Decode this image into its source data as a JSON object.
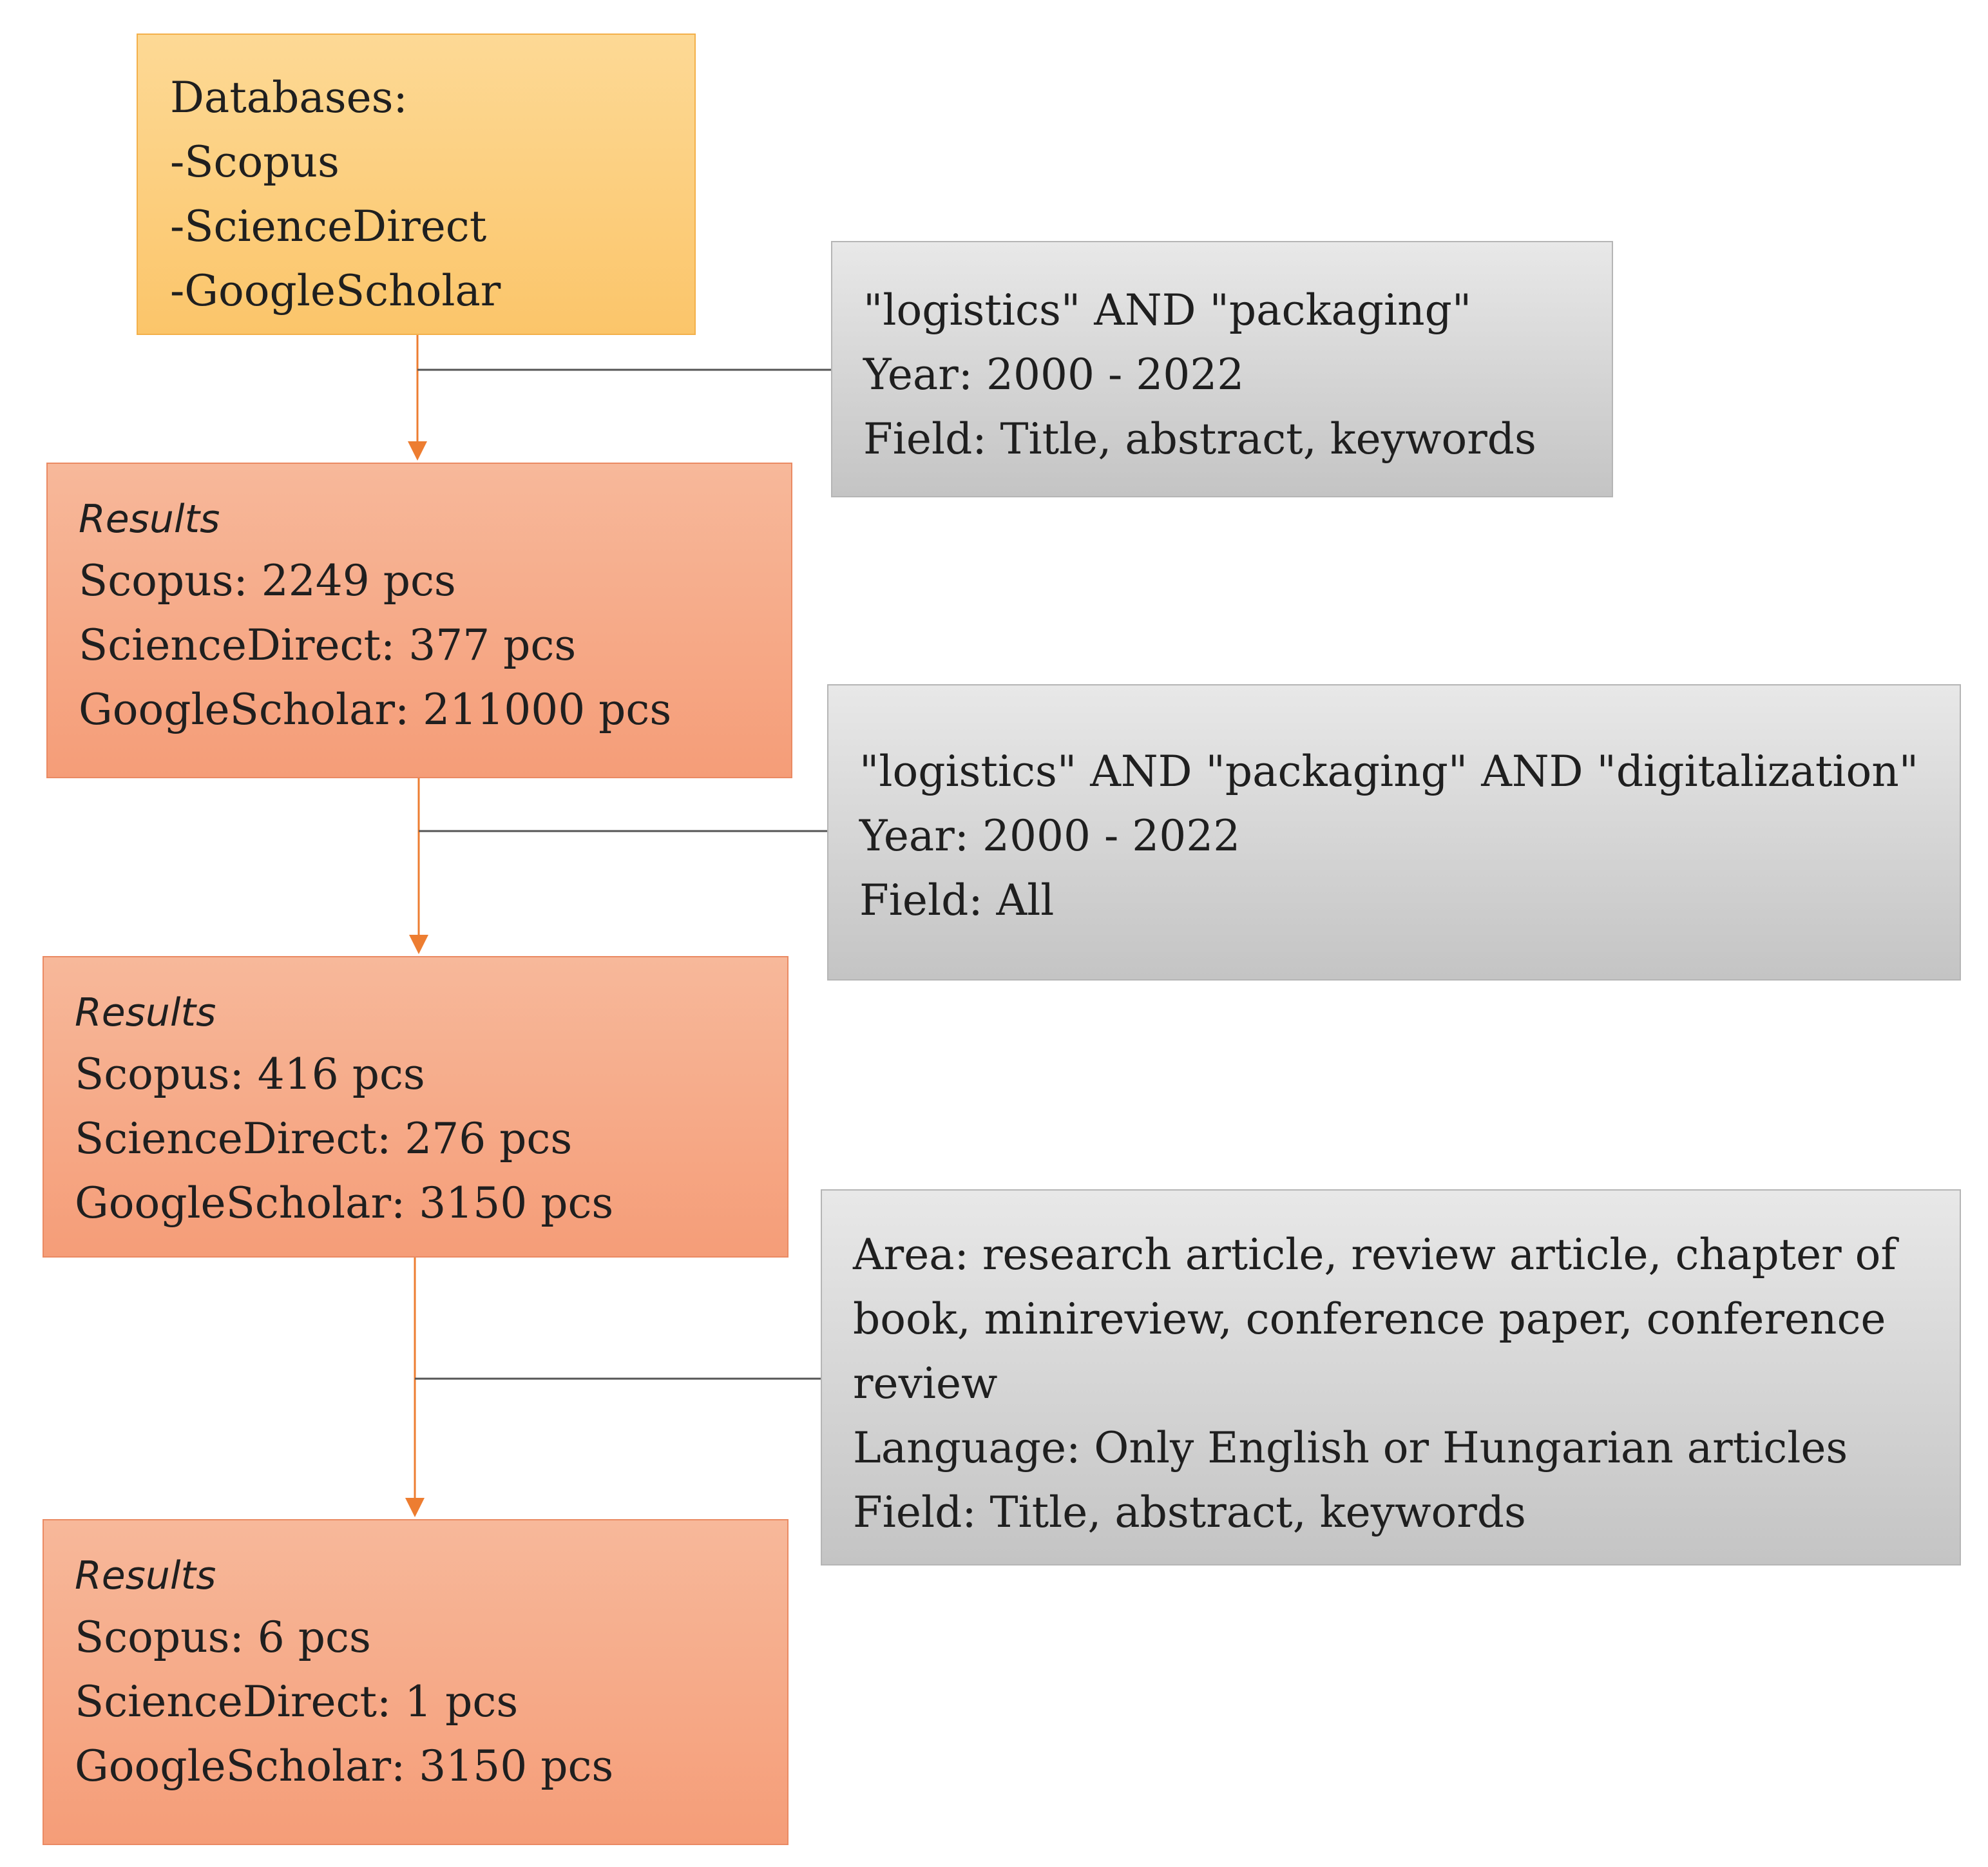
{
  "databases": {
    "header": "Databases:",
    "items": [
      "-Scopus",
      "-ScienceDirect",
      "-GoogleScholar"
    ]
  },
  "filters": [
    {
      "lines": [
        "\"logistics\" AND \"packaging\"",
        "Year: 2000 - 2022",
        "Field: Title, abstract, keywords"
      ]
    },
    {
      "lines": [
        "\"logistics\" AND \"packaging\" AND \"digitalization\"",
        "Year: 2000 - 2022",
        "Field: All"
      ]
    },
    {
      "lines": [
        "Area: research article, review article, chapter of",
        "book, minireview, conference paper, conference",
        "review",
        "Language: Only English or Hungarian articles",
        "Field: Title, abstract, keywords"
      ]
    }
  ],
  "results": [
    {
      "title": "Results",
      "lines": [
        "Scopus: 2249 pcs",
        "ScienceDirect: 377 pcs",
        "GoogleScholar: 211000 pcs"
      ]
    },
    {
      "title": "Results",
      "lines": [
        "Scopus: 416 pcs",
        "ScienceDirect: 276 pcs",
        "GoogleScholar: 3150 pcs"
      ]
    },
    {
      "title": "Results",
      "lines": [
        "Scopus: 6 pcs",
        "ScienceDirect: 1 pcs",
        "GoogleScholar: 3150 pcs"
      ]
    }
  ],
  "colors": {
    "database_fill": "#fbc56a",
    "result_fill": "#f59d78",
    "filter_fill": "#c4c4c4",
    "arrow": "#ed7d31",
    "connector": "#555555"
  }
}
